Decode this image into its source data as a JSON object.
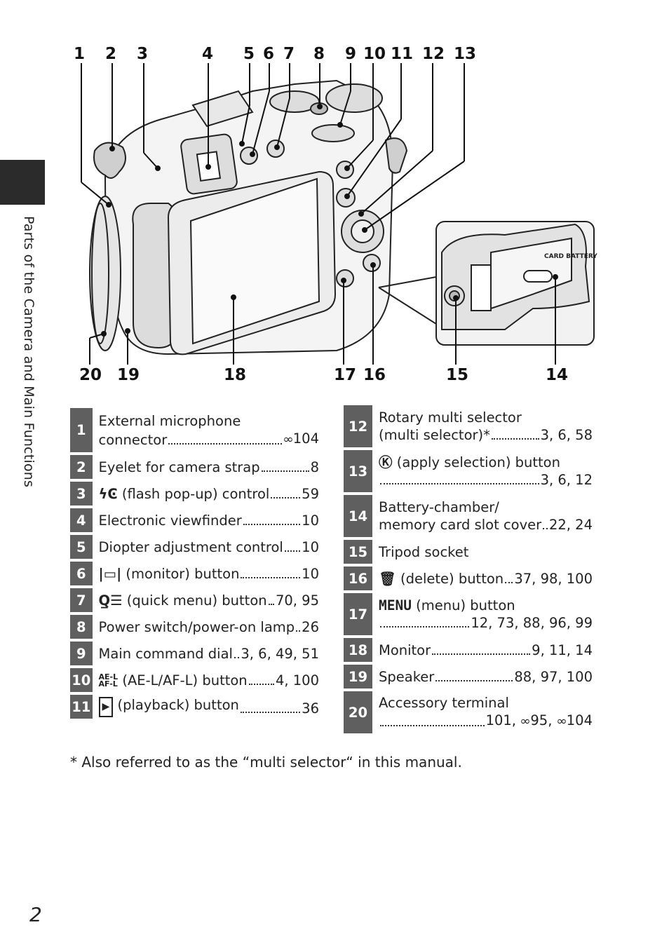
{
  "side_label": "Parts of the Camera and Main Functions",
  "page_number": "2",
  "callouts_top": [
    "1",
    "2",
    "3",
    "4",
    "5",
    "6",
    "7",
    "8",
    "9",
    "10",
    "11",
    "12",
    "13"
  ],
  "callouts_bottom": [
    "20",
    "19",
    "18",
    "17",
    "16",
    "15",
    "14"
  ],
  "battery_door_label": "CARD BATTERY",
  "left_parts": [
    {
      "num": "1",
      "label_line1": "External microphone",
      "label": "connector",
      "pages": "104",
      "pages_icon": "binoculars"
    },
    {
      "num": "2",
      "label": "Eyelet for camera strap",
      "pages": "8"
    },
    {
      "num": "3",
      "label": "(flash pop-up) control",
      "pages": "59",
      "icon": "flash-popup-icon"
    },
    {
      "num": "4",
      "label": "Electronic viewfinder",
      "pages": "10"
    },
    {
      "num": "5",
      "label": "Diopter adjustment control",
      "pages": "10"
    },
    {
      "num": "6",
      "label": "(monitor) button",
      "pages": "10",
      "icon": "monitor-icon"
    },
    {
      "num": "7",
      "label": "(quick menu) button",
      "pages": "70, 95",
      "icon": "quick-menu-icon"
    },
    {
      "num": "8",
      "label": "Power switch/power-on lamp",
      "pages": "26"
    },
    {
      "num": "9",
      "label": "Main command dial",
      "pages": "3, 6, 49, 51"
    },
    {
      "num": "10",
      "label": "(AE-L/AF-L) button",
      "pages": "4, 100",
      "icon": "ael-afl-icon"
    },
    {
      "num": "11",
      "label": "(playback) button",
      "pages": "36",
      "icon": "playback-icon"
    }
  ],
  "right_parts": [
    {
      "num": "12",
      "label_line1": "Rotary multi selector",
      "label": "(multi selector)*",
      "pages": "3, 6, 58"
    },
    {
      "num": "13",
      "label_line1": "(apply selection) button",
      "label": "",
      "pages": "3, 6, 12",
      "icon": "ok-icon"
    },
    {
      "num": "14",
      "label_line1": "Battery-chamber/",
      "label": "memory card slot cover",
      "pages": "22, 24"
    },
    {
      "num": "15",
      "label_single": "Tripod socket"
    },
    {
      "num": "16",
      "label": "(delete) button",
      "pages": "37, 98, 100",
      "icon": "trash-icon"
    },
    {
      "num": "17",
      "label_line1": "(menu) button",
      "label": "",
      "pages": "12, 73, 88, 96, 99",
      "icon": "menu-icon"
    },
    {
      "num": "18",
      "label": "Monitor",
      "pages": "9, 11, 14"
    },
    {
      "num": "19",
      "label": "Speaker",
      "pages": "88, 97, 100"
    },
    {
      "num": "20",
      "label_line1": "Accessory terminal",
      "label": "",
      "pages": "101, ",
      "pages_b": "95, ",
      "pages_c": "104"
    }
  ],
  "footnote": "* Also referred to as the “multi selector“ in this manual."
}
